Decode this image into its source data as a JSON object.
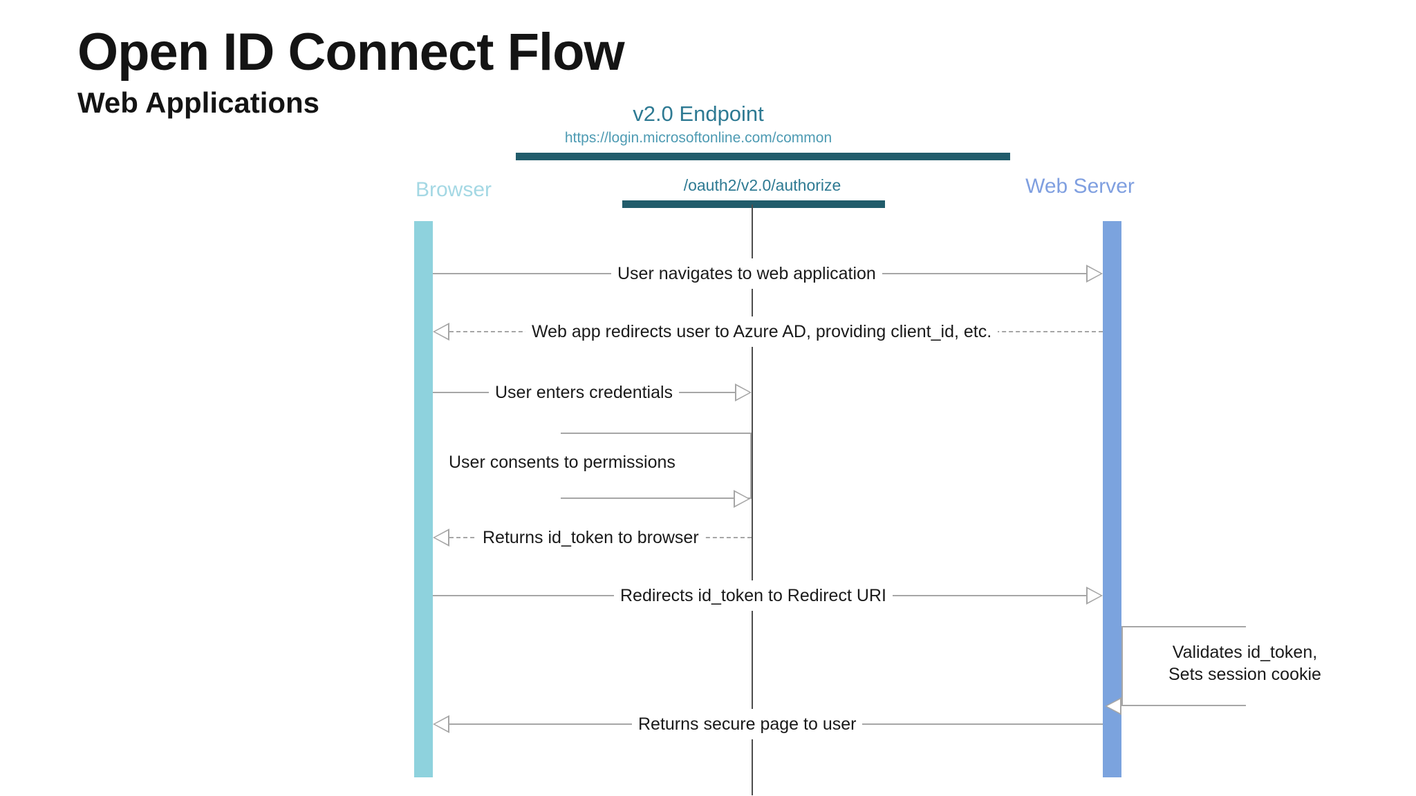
{
  "slide": {
    "title": "Open ID Connect Flow",
    "subtitle": "Web Applications",
    "background": "#FFFFFF"
  },
  "endpoint": {
    "title": "v2.0 Endpoint",
    "url": "https://login.microsoftonline.com/common",
    "authorize_path": "/oauth2/v2.0/authorize",
    "bar_color": "#215C6B",
    "title_color": "#2E7A93",
    "url_color": "#4E9BB3"
  },
  "lanes": [
    {
      "id": "browser",
      "label": "Browser",
      "color": "#8ED2DD",
      "label_color": "#A4D8E4"
    },
    {
      "id": "endpoint",
      "label": "v2.0 Endpoint",
      "color": "#4D4D4D",
      "label_color": "#2E7A93"
    },
    {
      "id": "webserver",
      "label": "Web Server",
      "color": "#7BA3DE",
      "label_color": "#7F9FE0"
    }
  ],
  "messages": [
    {
      "index": 1,
      "label": "User navigates to web application",
      "from": "browser",
      "to": "webserver",
      "style": "solid",
      "direction": "right"
    },
    {
      "index": 2,
      "label": "Web app redirects user to Azure AD, providing client_id, etc.",
      "from": "webserver",
      "to": "browser",
      "style": "dashed",
      "direction": "left"
    },
    {
      "index": 3,
      "label": "User enters credentials",
      "from": "browser",
      "to": "endpoint",
      "style": "solid",
      "direction": "right"
    },
    {
      "index": 4,
      "label": "User consents to permissions",
      "from": "endpoint",
      "to": "endpoint",
      "style": "solid",
      "direction": "self"
    },
    {
      "index": 5,
      "label": "Returns id_token to browser",
      "from": "endpoint",
      "to": "browser",
      "style": "dashed",
      "direction": "left"
    },
    {
      "index": 6,
      "label": "Redirects id_token to Redirect URI",
      "from": "browser",
      "to": "webserver",
      "style": "solid",
      "direction": "right"
    },
    {
      "index": 7,
      "label_line1": "Validates id_token,",
      "label_line2": "Sets session cookie",
      "from": "webserver",
      "to": "webserver",
      "style": "solid",
      "direction": "self"
    },
    {
      "index": 8,
      "label": "Returns secure page to user",
      "from": "webserver",
      "to": "browser",
      "style": "solid",
      "direction": "left"
    }
  ]
}
